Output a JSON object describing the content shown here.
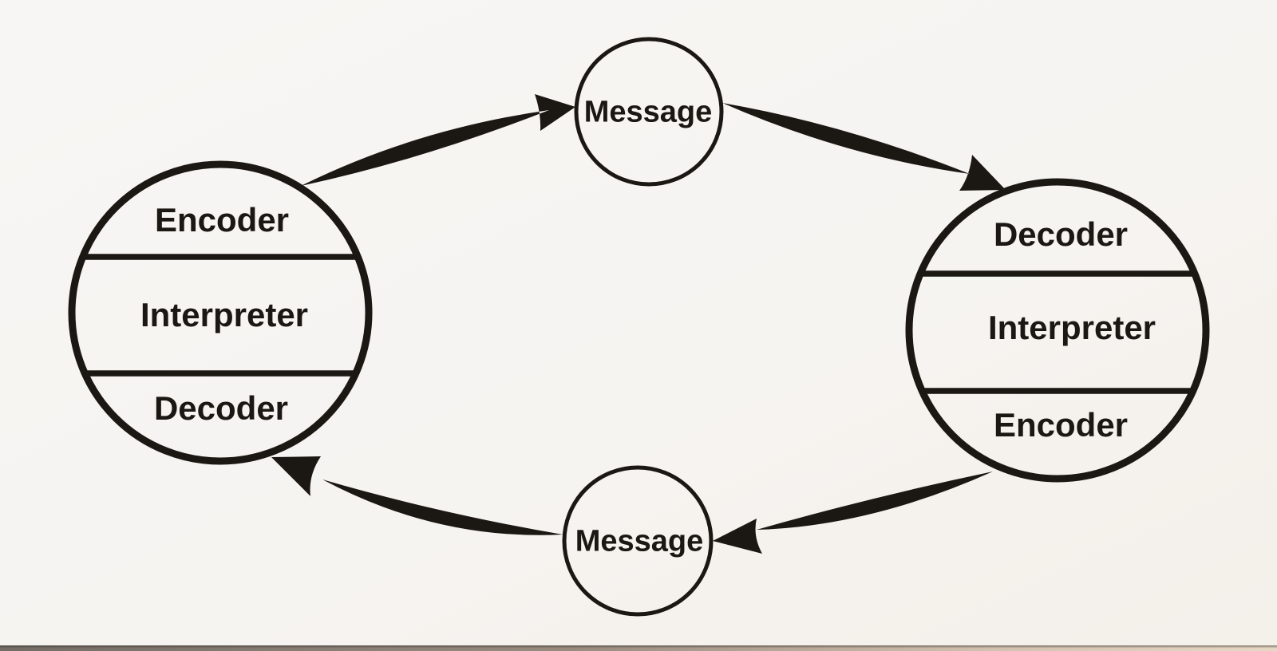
{
  "diagram": {
    "sender": {
      "sections": [
        "Encoder",
        "Interpreter",
        "Decoder"
      ]
    },
    "receiver": {
      "sections": [
        "Decoder",
        "Interpreter",
        "Encoder"
      ]
    },
    "messages": {
      "top": "Message",
      "bottom": "Message"
    },
    "flows": [
      "sender-to-top-message",
      "top-message-to-receiver",
      "receiver-to-bottom-message",
      "bottom-message-to-sender"
    ],
    "colors": {
      "ink": "#1b1713",
      "background": "#f6f4f1",
      "scan_edge_left": "#736d66",
      "scan_edge_right": "#e7d7c5"
    }
  }
}
